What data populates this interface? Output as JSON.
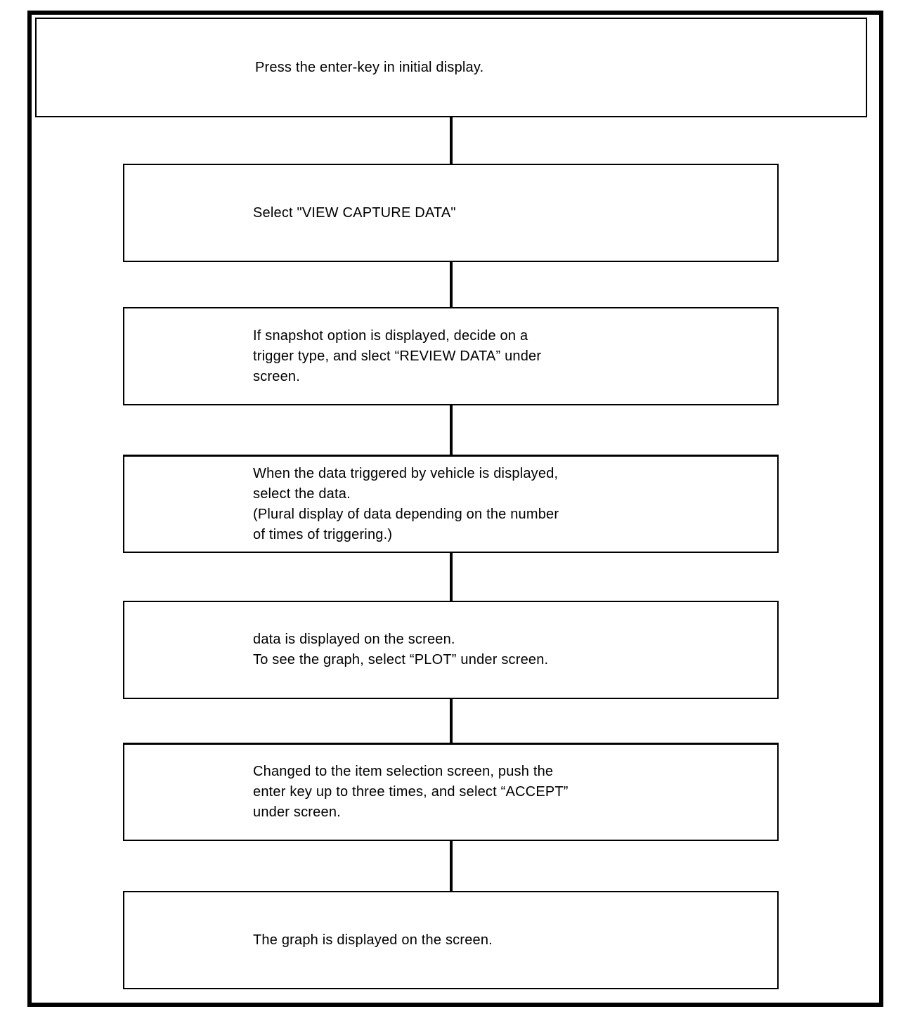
{
  "diagram": {
    "type": "flowchart",
    "direction": "top-down",
    "colors": {
      "background": "#ffffff",
      "border": "#000000",
      "text": "#000000"
    },
    "steps": [
      {
        "id": "step-1",
        "lines": [
          "Press the enter-key in initial display."
        ]
      },
      {
        "id": "step-2",
        "lines": [
          "Select \"VIEW CAPTURE DATA\""
        ]
      },
      {
        "id": "step-3",
        "lines": [
          "If snapshot option is displayed, decide on a",
          "trigger type, and slect “REVIEW DATA” under",
          "screen."
        ]
      },
      {
        "id": "step-4",
        "lines": [
          "When the data triggered by vehicle is displayed,",
          "select the data.",
          "(Plural display of data depending on the number",
          "of times of triggering.)"
        ]
      },
      {
        "id": "step-5",
        "lines": [
          "data is displayed on the screen.",
          "To see the graph, select “PLOT” under screen."
        ]
      },
      {
        "id": "step-6",
        "lines": [
          "Changed to the item selection screen, push the",
          "enter key up to three times, and select “ACCEPT”",
          "under screen."
        ]
      },
      {
        "id": "step-7",
        "lines": [
          "The graph is displayed on the screen."
        ]
      }
    ]
  }
}
